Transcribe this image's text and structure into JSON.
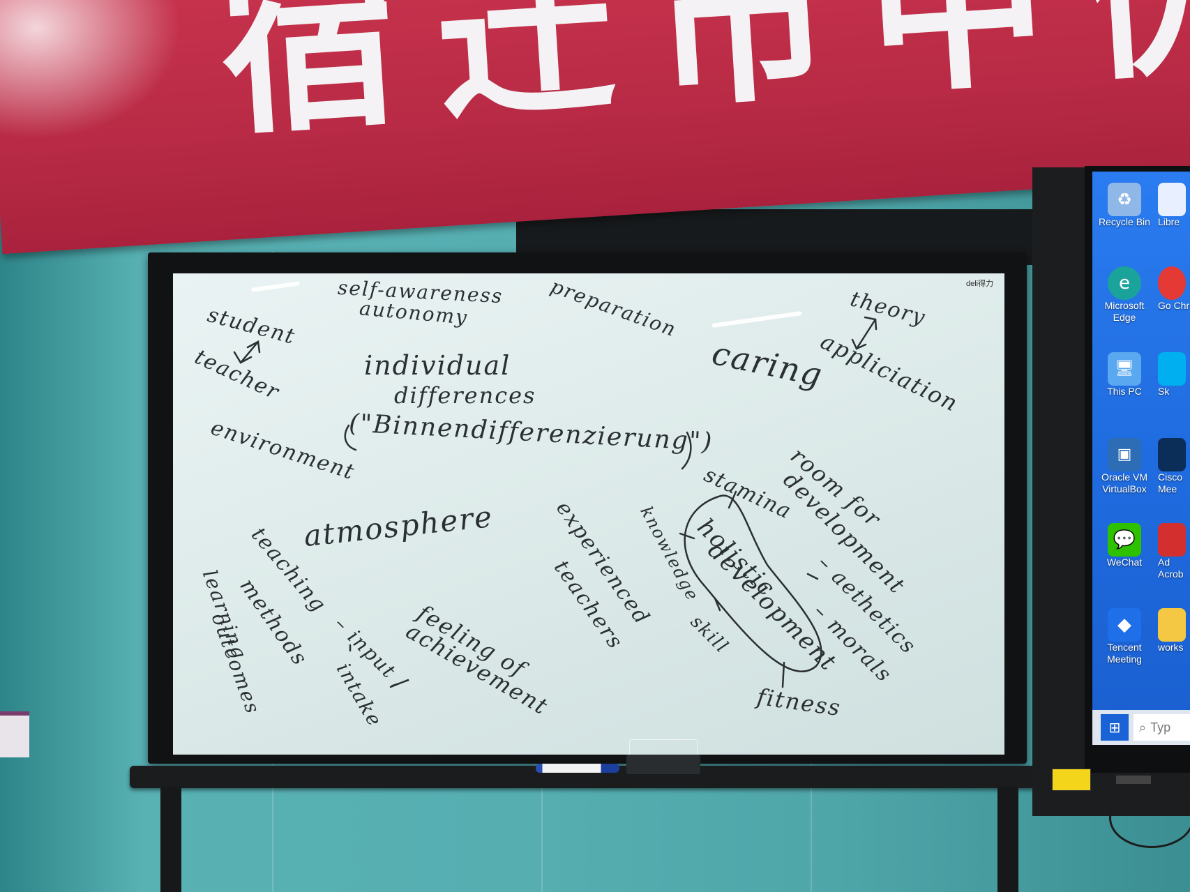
{
  "banner": {
    "text": "宿迁市中优职教",
    "color": "#c8334d"
  },
  "whiteboard": {
    "brand": "deli得力",
    "notes": [
      {
        "id": "self-awareness",
        "text": "self-awareness"
      },
      {
        "id": "autonomy",
        "text": "autonomy"
      },
      {
        "id": "preparation",
        "text": "preparation"
      },
      {
        "id": "theory",
        "text": "theory"
      },
      {
        "id": "application",
        "text": "appliciation"
      },
      {
        "id": "caring",
        "text": "caring"
      },
      {
        "id": "student",
        "text": "student"
      },
      {
        "id": "teacher",
        "text": "teacher"
      },
      {
        "id": "individual",
        "text": "individual"
      },
      {
        "id": "differences",
        "text": "differences"
      },
      {
        "id": "binnen",
        "text": "(\"Binnendifferenzierung\")"
      },
      {
        "id": "environment",
        "text": "environment"
      },
      {
        "id": "room-for",
        "text": "room for"
      },
      {
        "id": "development-1",
        "text": "development"
      },
      {
        "id": "stamina",
        "text": "stamina"
      },
      {
        "id": "atmosphere",
        "text": "atmosphere"
      },
      {
        "id": "experienced",
        "text": "experienced"
      },
      {
        "id": "teachers",
        "text": "teachers"
      },
      {
        "id": "knowledge",
        "text": "knowledge"
      },
      {
        "id": "holistic",
        "text": "holistic"
      },
      {
        "id": "development-2",
        "text": "development"
      },
      {
        "id": "aesthetics",
        "text": "– aethetics"
      },
      {
        "id": "morals",
        "text": "– morals"
      },
      {
        "id": "teaching",
        "text": "teaching"
      },
      {
        "id": "methods",
        "text": "methods"
      },
      {
        "id": "learning",
        "text": "learning"
      },
      {
        "id": "outcomes",
        "text": "outcomes"
      },
      {
        "id": "input",
        "text": "– input /"
      },
      {
        "id": "intake",
        "text": "intake"
      },
      {
        "id": "feeling-of",
        "text": "feeling of"
      },
      {
        "id": "achievement",
        "text": "achievement"
      },
      {
        "id": "skill",
        "text": "skill"
      },
      {
        "id": "fitness",
        "text": "fitness"
      }
    ]
  },
  "desktop": {
    "icons": [
      {
        "label": "Recycle Bin",
        "icon": "recycle-bin-icon",
        "color": "#8fb7e8"
      },
      {
        "label": "Microsoft Edge",
        "icon": "edge-icon",
        "color": "#1aa39a"
      },
      {
        "label": "This PC",
        "icon": "computer-icon",
        "color": "#5aa8f0"
      },
      {
        "label": "Oracle VM VirtualBox",
        "icon": "virtualbox-icon",
        "color": "#2d6db5"
      },
      {
        "label": "WeChat",
        "icon": "wechat-icon",
        "color": "#2dc100"
      },
      {
        "label": "Tencent Meeting",
        "icon": "tencent-meeting-icon",
        "color": "#1e6fe8"
      }
    ],
    "partial_icons": [
      {
        "label": "Libre",
        "icon": "libreoffice-icon"
      },
      {
        "label": "Go Chr",
        "icon": "chrome-icon"
      },
      {
        "label": "Sk",
        "icon": "skype-icon"
      },
      {
        "label": "Cisco Mee",
        "icon": "webex-icon"
      },
      {
        "label": "Ad Acrob",
        "icon": "acrobat-icon"
      },
      {
        "label": "works",
        "icon": "folder-icon"
      }
    ],
    "taskbar": {
      "search_placeholder": "Typ"
    }
  }
}
